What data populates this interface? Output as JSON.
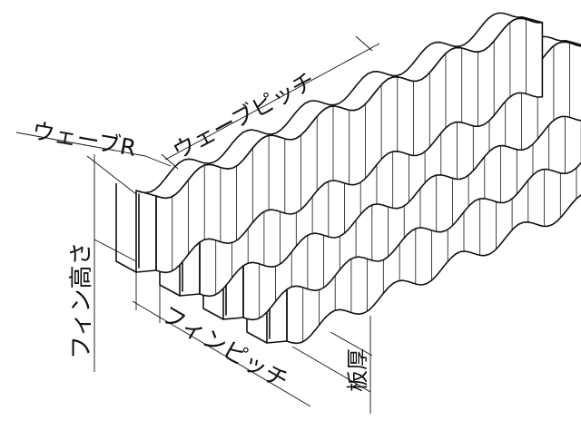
{
  "labels": {
    "wave_r": "ウェーブR",
    "wave_pitch": "ウェーブピッチ",
    "fin_height": "フィン高さ",
    "fin_pitch": "フィンピッチ",
    "plate_thickness": "板厚"
  },
  "fin_count": 4
}
